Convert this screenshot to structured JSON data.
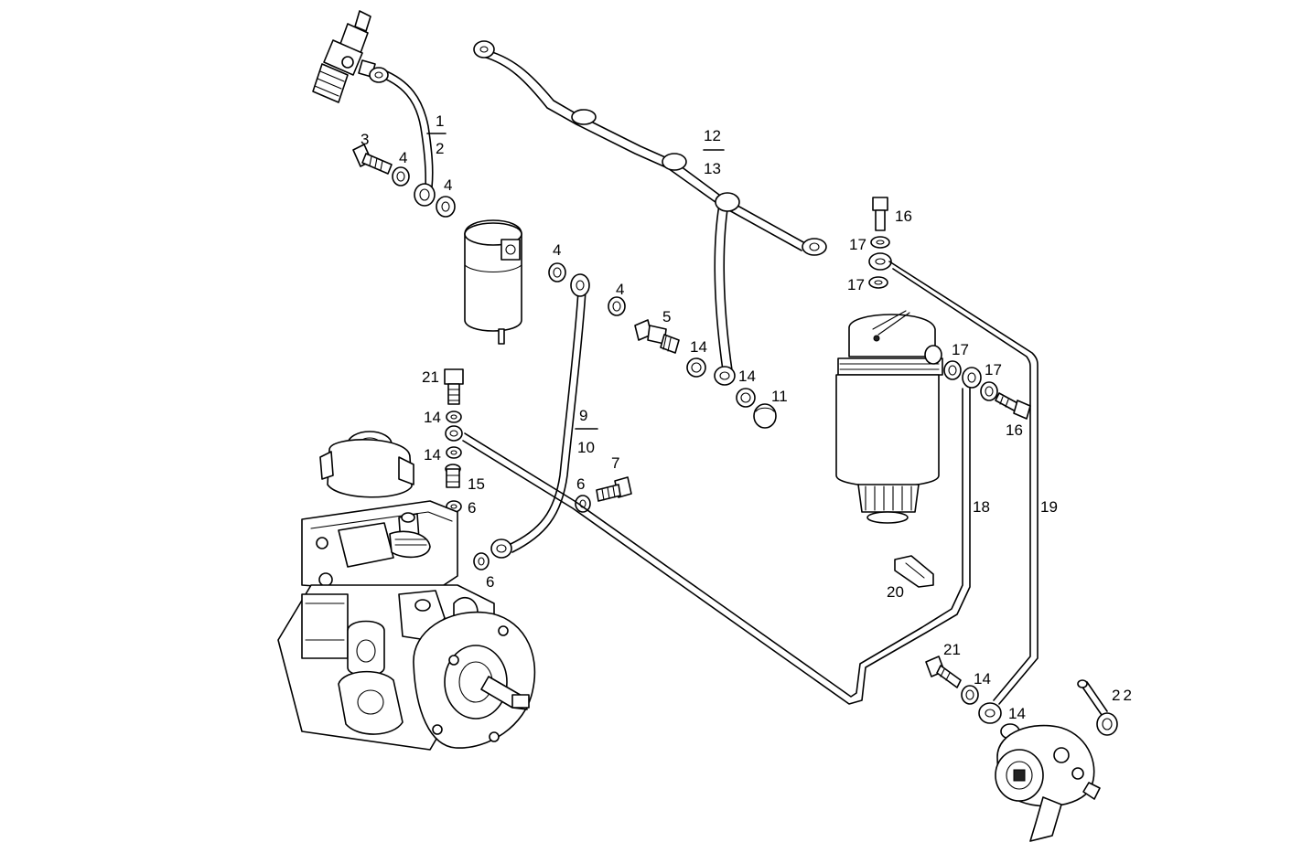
{
  "diagram": {
    "callouts": {
      "c1": "1",
      "c2": "2",
      "c3": "3",
      "c4a": "4",
      "c4b": "4",
      "c4c": "4",
      "c4d": "4",
      "c5": "5",
      "c6a": "6",
      "c6b": "6",
      "c6c": "6",
      "c7": "7",
      "c9": "9",
      "c10": "10",
      "c11": "11",
      "c12": "12",
      "c13": "13",
      "c14a": "14",
      "c14b": "14",
      "c14c": "14",
      "c14d": "14",
      "c14e": "14",
      "c14f": "14",
      "c15": "15",
      "c16a": "16",
      "c16b": "16",
      "c17a": "17",
      "c17b": "17",
      "c17c": "17",
      "c17d": "17",
      "c18": "18",
      "c19": "19",
      "c20": "20",
      "c21a": "21",
      "c21b": "21",
      "c22": "22"
    },
    "parts": [
      "injector",
      "injector-return-pipe",
      "banjo-bolt",
      "sealing-washer",
      "fuel-filter-small",
      "leak-off-pipe",
      "vent-screw",
      "cap",
      "fuel-pipe",
      "fuel-filter",
      "fuel-line",
      "clamp",
      "injection-pump",
      "feed-pump",
      "bleed-lever"
    ]
  }
}
